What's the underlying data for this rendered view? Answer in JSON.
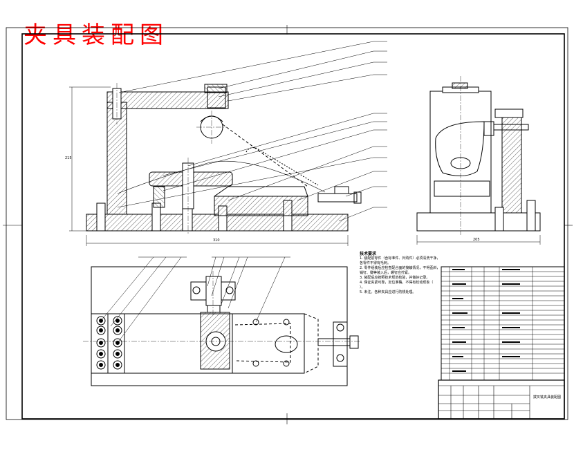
{
  "title": "夹具装配图",
  "colors": {
    "title": "#ff0000",
    "line": "#000000",
    "hatch": "#000000",
    "paper": "#ffffff"
  },
  "tech_requirements": {
    "heading": "技术要求",
    "lines": [
      "1. 装配前零件（含标准件、外购件）必须清洗干净，",
      "   各零件不得有毛刺。",
      "2. 零件组装后应检查配合面的接触情况，不得歪斜，",
      "   销钉、键等装入后，螺钉应拧紧。",
      "3. 装配后应按照技术规范检验，并做好记录。",
      "4. 保证夹紧可靠，定位准确，不得有松动现象（",
      "   ）。",
      "5. 未注。各种夹具应进行防锈处理。"
    ]
  },
  "dimensions": {
    "overall_height": "215",
    "overall_length": "310",
    "side_width": "205"
  },
  "title_block": {
    "drawing_name": "拨叉铣夹具装配图"
  }
}
